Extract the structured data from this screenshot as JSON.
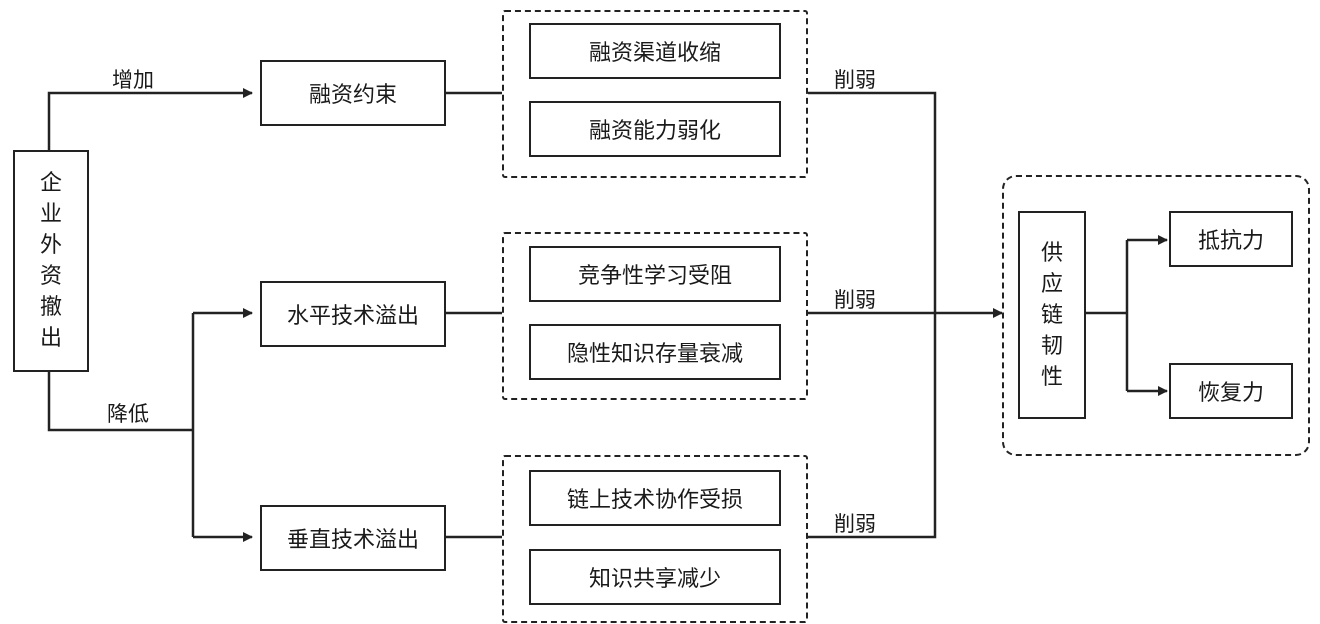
{
  "source_node": {
    "chars": [
      "企",
      "业",
      "外",
      "资",
      "撤",
      "出"
    ]
  },
  "edge_labels": {
    "increase": "增加",
    "decrease": "降低",
    "weaken_1": "削弱",
    "weaken_2": "削弱",
    "weaken_3": "削弱"
  },
  "channels": [
    {
      "label": "融资约束",
      "effects": [
        "融资渠道收缩",
        "融资能力弱化"
      ]
    },
    {
      "label": "水平技术溢出",
      "effects": [
        "竞争性学习受阻",
        "隐性知识存量衰减"
      ]
    },
    {
      "label": "垂直技术溢出",
      "effects": [
        "链上技术协作受损",
        "知识共享减少"
      ]
    }
  ],
  "outcome": {
    "chars": [
      "供",
      "应",
      "链",
      "韧",
      "性"
    ],
    "dimensions": [
      "抵抗力",
      "恢复力"
    ]
  }
}
